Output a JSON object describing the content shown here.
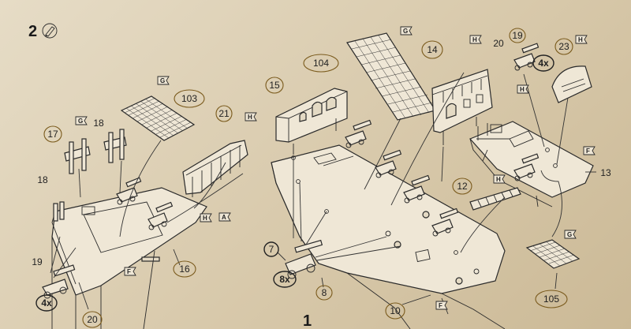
{
  "diagram": {
    "step_number": "2",
    "sub_step_number": "1",
    "callouts": [
      {
        "id": "c103",
        "text": "103"
      },
      {
        "id": "c21",
        "text": "21"
      },
      {
        "id": "c17",
        "text": "17"
      },
      {
        "id": "c18a",
        "text": "18"
      },
      {
        "id": "c18b",
        "text": "18"
      },
      {
        "id": "c19a",
        "text": "19"
      },
      {
        "id": "c4xa",
        "text": "4x"
      },
      {
        "id": "c20a",
        "text": "20"
      },
      {
        "id": "c16",
        "text": "16"
      },
      {
        "id": "c104",
        "text": "104"
      },
      {
        "id": "c15",
        "text": "15"
      },
      {
        "id": "c7",
        "text": "7"
      },
      {
        "id": "c8x",
        "text": "8x"
      },
      {
        "id": "c8",
        "text": "8"
      },
      {
        "id": "c10",
        "text": "10"
      },
      {
        "id": "c14",
        "text": "14"
      },
      {
        "id": "c20b",
        "text": "20"
      },
      {
        "id": "c19b",
        "text": "19"
      },
      {
        "id": "c4xb",
        "text": "4x"
      },
      {
        "id": "c23",
        "text": "23"
      },
      {
        "id": "c13",
        "text": "13"
      },
      {
        "id": "c12",
        "text": "12"
      },
      {
        "id": "c105",
        "text": "105"
      }
    ],
    "flags": [
      {
        "id": "f1",
        "text": "G"
      },
      {
        "id": "f2",
        "text": "G"
      },
      {
        "id": "f3",
        "text": "H"
      },
      {
        "id": "f4",
        "text": "A"
      },
      {
        "id": "f5",
        "text": "F"
      },
      {
        "id": "f6",
        "text": "G"
      },
      {
        "id": "f7",
        "text": "H"
      },
      {
        "id": "f8",
        "text": "H"
      },
      {
        "id": "f9",
        "text": "F"
      },
      {
        "id": "f10",
        "text": "H"
      },
      {
        "id": "f11",
        "text": "H"
      },
      {
        "id": "f12",
        "text": "F"
      },
      {
        "id": "f13",
        "text": "H"
      },
      {
        "id": "f14",
        "text": "G"
      }
    ]
  }
}
